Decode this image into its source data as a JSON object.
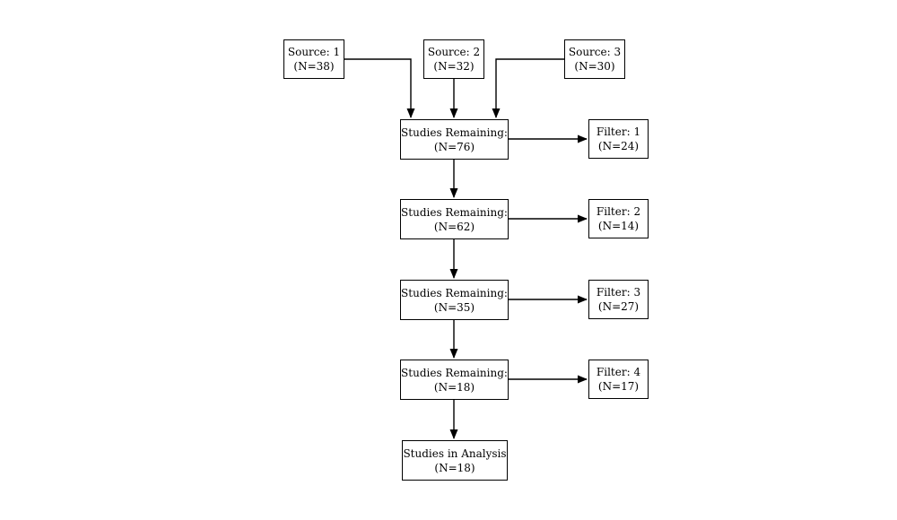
{
  "diagram": {
    "background_color": "#ffffff",
    "box_fill_color": "#ffffff",
    "line_color": "#000000",
    "sources": [
      {
        "title": "Source: 1",
        "count": "(N=38)"
      },
      {
        "title": "Source: 2",
        "count": "(N=32)"
      },
      {
        "title": "Source: 3",
        "count": "(N=30)"
      }
    ],
    "stages": [
      {
        "title": "Studies Remaining:",
        "count": "(N=76)"
      },
      {
        "title": "Studies Remaining:",
        "count": "(N=62)"
      },
      {
        "title": "Studies Remaining:",
        "count": "(N=35)"
      },
      {
        "title": "Studies Remaining:",
        "count": "(N=18)"
      }
    ],
    "filters": [
      {
        "title": "Filter: 1",
        "count": "(N=24)"
      },
      {
        "title": "Filter: 2",
        "count": "(N=14)"
      },
      {
        "title": "Filter: 3",
        "count": "(N=27)"
      },
      {
        "title": "Filter: 4",
        "count": "(N=17)"
      }
    ],
    "final": {
      "title": "Studies in Analysis",
      "count": "(N=18)"
    }
  }
}
